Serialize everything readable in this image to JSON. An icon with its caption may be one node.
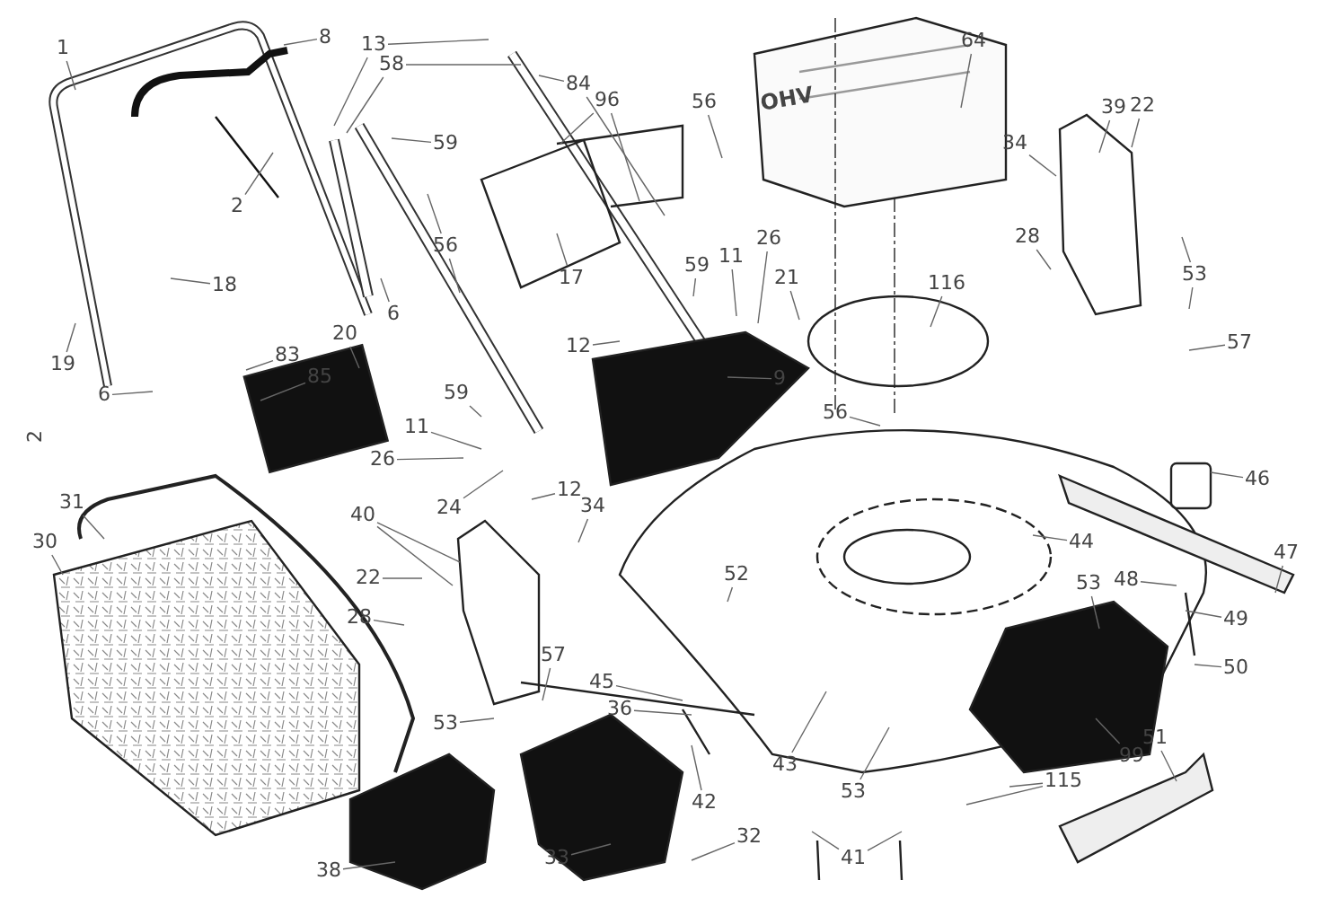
{
  "diagram": {
    "nodes": [
      {
        "text": [
          "1"
        ]
      },
      {
        "text": [
          "8"
        ]
      },
      {
        "text": [
          "13"
        ]
      },
      {
        "text": [
          "58"
        ]
      },
      {
        "text": [
          "64"
        ]
      },
      {
        "text": [
          "22"
        ]
      },
      {
        "text": [
          "39"
        ]
      },
      {
        "text": [
          "84"
        ]
      },
      {
        "text": [
          "96"
        ]
      },
      {
        "text": [
          "56"
        ]
      },
      {
        "text": [
          "59"
        ]
      },
      {
        "text": [
          "34"
        ]
      },
      {
        "text": [
          "2"
        ]
      },
      {
        "text": [
          "56"
        ]
      },
      {
        "text": [
          "28"
        ]
      },
      {
        "text": [
          "26"
        ]
      },
      {
        "text": [
          "11"
        ]
      },
      {
        "text": [
          "59"
        ]
      },
      {
        "text": [
          "53"
        ]
      },
      {
        "text": [
          "17"
        ]
      },
      {
        "text": [
          "21"
        ]
      },
      {
        "text": [
          "116"
        ]
      },
      {
        "text": [
          "18"
        ]
      },
      {
        "text": [
          "6"
        ]
      },
      {
        "text": [
          "20"
        ]
      },
      {
        "text": [
          "57"
        ]
      },
      {
        "text": [
          "12"
        ]
      },
      {
        "text": [
          "83"
        ]
      },
      {
        "text": [
          "19"
        ]
      },
      {
        "text": [
          "85"
        ]
      },
      {
        "text": [
          "9"
        ]
      },
      {
        "text": [
          "6"
        ]
      },
      {
        "text": [
          "59"
        ]
      },
      {
        "text": [
          "56"
        ]
      },
      {
        "text": [
          "11"
        ]
      },
      {
        "text": [
          "26"
        ]
      },
      {
        "text": [
          "46"
        ]
      },
      {
        "text": [
          "24"
        ]
      },
      {
        "text": [
          "12"
        ]
      },
      {
        "text": [
          "31"
        ]
      },
      {
        "text": [
          "34"
        ]
      },
      {
        "text": [
          "40"
        ]
      },
      {
        "text": [
          "30"
        ]
      },
      {
        "text": [
          "44"
        ]
      },
      {
        "text": [
          "47"
        ]
      },
      {
        "text": [
          "52"
        ]
      },
      {
        "text": [
          "22"
        ]
      },
      {
        "text": [
          "48"
        ]
      },
      {
        "text": [
          "53"
        ]
      },
      {
        "text": [
          "28"
        ]
      },
      {
        "text": [
          "49"
        ]
      },
      {
        "text": [
          "57"
        ]
      },
      {
        "text": [
          "50"
        ]
      },
      {
        "text": [
          "45"
        ]
      },
      {
        "text": [
          "36"
        ]
      },
      {
        "text": [
          "53"
        ]
      },
      {
        "text": [
          "51"
        ]
      },
      {
        "text": [
          "99"
        ]
      },
      {
        "text": [
          "43"
        ]
      },
      {
        "text": [
          "115"
        ]
      },
      {
        "text": [
          "53"
        ]
      },
      {
        "text": [
          "42"
        ]
      },
      {
        "text": [
          "32"
        ]
      },
      {
        "text": [
          "41"
        ]
      },
      {
        "text": [
          "33"
        ]
      },
      {
        "text": [
          "38"
        ]
      }
    ],
    "edges": [
      {
        "from": 0,
        "to": null,
        "arrow": "none"
      },
      {
        "from": 1,
        "to": null,
        "arrow": "none"
      },
      {
        "from": 2,
        "to": null,
        "arrow": "none"
      },
      {
        "from": 2,
        "to": null,
        "arrow": "none"
      },
      {
        "from": 3,
        "to": null,
        "arrow": "none"
      },
      {
        "from": 3,
        "to": null,
        "arrow": "none"
      },
      {
        "from": 4,
        "to": null,
        "arrow": "none"
      },
      {
        "from": 5,
        "to": null,
        "arrow": "none"
      },
      {
        "from": 6,
        "to": null,
        "arrow": "none"
      },
      {
        "from": 7,
        "to": null,
        "arrow": "none"
      },
      {
        "from": 7,
        "to": null,
        "arrow": "none"
      },
      {
        "from": 8,
        "to": null,
        "arrow": "none"
      },
      {
        "from": 8,
        "to": null,
        "arrow": "none"
      },
      {
        "from": 9,
        "to": null,
        "arrow": "none"
      },
      {
        "from": 10,
        "to": null,
        "arrow": "none"
      },
      {
        "from": 11,
        "to": null,
        "arrow": "none"
      },
      {
        "from": 12,
        "to": null,
        "arrow": "none"
      },
      {
        "from": 13,
        "to": null,
        "arrow": "none"
      },
      {
        "from": 13,
        "to": null,
        "arrow": "none"
      },
      {
        "from": 14,
        "to": null,
        "arrow": "none"
      },
      {
        "from": 15,
        "to": null,
        "arrow": "none"
      },
      {
        "from": 16,
        "to": null,
        "arrow": "none"
      },
      {
        "from": 17,
        "to": null,
        "arrow": "none"
      },
      {
        "from": 18,
        "to": null,
        "arrow": "none"
      },
      {
        "from": 18,
        "to": null,
        "arrow": "none"
      },
      {
        "from": 19,
        "to": null,
        "arrow": "none"
      },
      {
        "from": 20,
        "to": null,
        "arrow": "none"
      },
      {
        "from": 21,
        "to": null,
        "arrow": "none"
      },
      {
        "from": 22,
        "to": null,
        "arrow": "none"
      },
      {
        "from": 23,
        "to": null,
        "arrow": "none"
      },
      {
        "from": 24,
        "to": null,
        "arrow": "none"
      },
      {
        "from": 25,
        "to": null,
        "arrow": "none"
      },
      {
        "from": 26,
        "to": null,
        "arrow": "none"
      },
      {
        "from": 27,
        "to": null,
        "arrow": "none"
      },
      {
        "from": 28,
        "to": null,
        "arrow": "none"
      },
      {
        "from": 29,
        "to": null,
        "arrow": "none"
      },
      {
        "from": 30,
        "to": null,
        "arrow": "none"
      },
      {
        "from": 31,
        "to": null,
        "arrow": "none"
      },
      {
        "from": 32,
        "to": null,
        "arrow": "none"
      },
      {
        "from": 33,
        "to": null,
        "arrow": "none"
      },
      {
        "from": 34,
        "to": null,
        "arrow": "none"
      },
      {
        "from": 35,
        "to": null,
        "arrow": "none"
      },
      {
        "from": 36,
        "to": null,
        "arrow": "none"
      },
      {
        "from": 37,
        "to": null,
        "arrow": "none"
      },
      {
        "from": 38,
        "to": null,
        "arrow": "none"
      },
      {
        "from": 39,
        "to": null,
        "arrow": "none"
      },
      {
        "from": 40,
        "to": null,
        "arrow": "none"
      },
      {
        "from": 41,
        "to": null,
        "arrow": "none"
      },
      {
        "from": 41,
        "to": null,
        "arrow": "none"
      },
      {
        "from": 42,
        "to": null,
        "arrow": "none"
      },
      {
        "from": 43,
        "to": null,
        "arrow": "none"
      },
      {
        "from": 44,
        "to": null,
        "arrow": "none"
      },
      {
        "from": 45,
        "to": null,
        "arrow": "none"
      },
      {
        "from": 46,
        "to": null,
        "arrow": "none"
      },
      {
        "from": 47,
        "to": null,
        "arrow": "none"
      },
      {
        "from": 48,
        "to": null,
        "arrow": "none"
      },
      {
        "from": 49,
        "to": null,
        "arrow": "none"
      },
      {
        "from": 50,
        "to": null,
        "arrow": "none"
      },
      {
        "from": 51,
        "to": null,
        "arrow": "none"
      },
      {
        "from": 52,
        "to": null,
        "arrow": "none"
      },
      {
        "from": 53,
        "to": null,
        "arrow": "none"
      },
      {
        "from": 54,
        "to": null,
        "arrow": "none"
      },
      {
        "from": 55,
        "to": null,
        "arrow": "none"
      },
      {
        "from": 56,
        "to": null,
        "arrow": "none"
      },
      {
        "from": 57,
        "to": null,
        "arrow": "none"
      },
      {
        "from": 58,
        "to": null,
        "arrow": "none"
      },
      {
        "from": 59,
        "to": null,
        "arrow": "none"
      },
      {
        "from": 59,
        "to": null,
        "arrow": "none"
      },
      {
        "from": 60,
        "to": null,
        "arrow": "none"
      },
      {
        "from": 61,
        "to": null,
        "arrow": "none"
      },
      {
        "from": 62,
        "to": null,
        "arrow": "none"
      },
      {
        "from": 63,
        "to": null,
        "arrow": "none"
      },
      {
        "from": 63,
        "to": null,
        "arrow": "none"
      },
      {
        "from": 64,
        "to": null,
        "arrow": "none"
      },
      {
        "from": 65,
        "to": null,
        "arrow": "none"
      }
    ],
    "labels": [
      "2",
      "OHV"
    ]
  }
}
